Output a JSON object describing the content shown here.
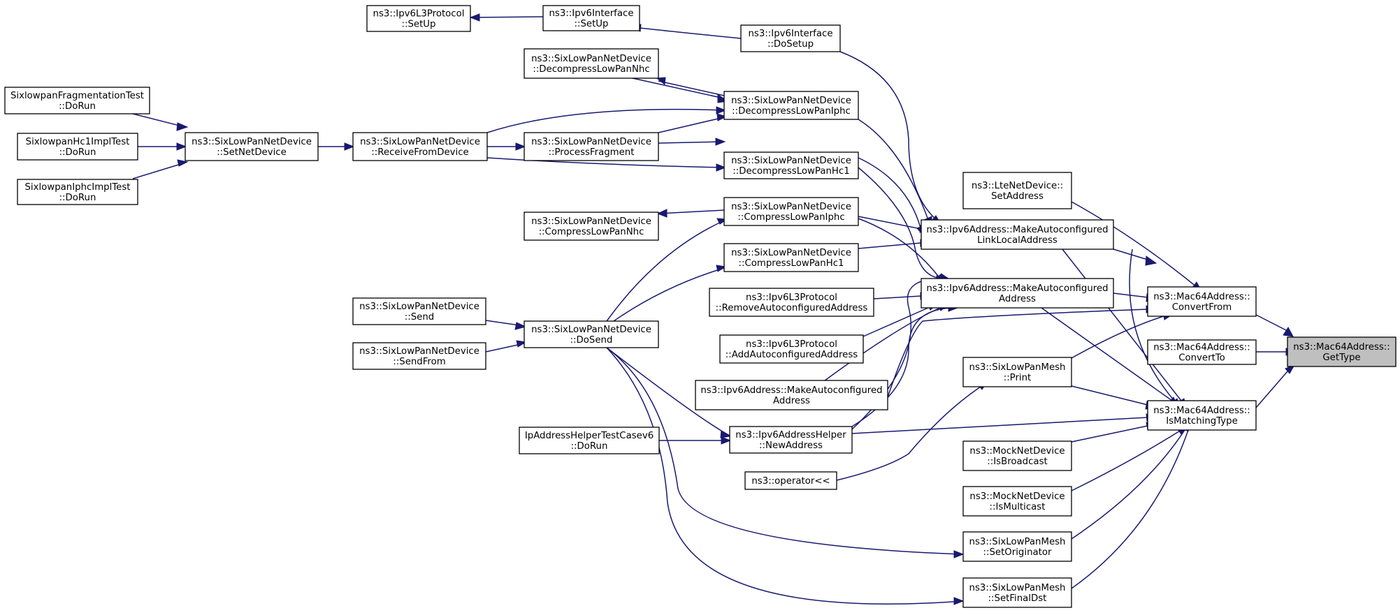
{
  "diagram": {
    "root": "ns3::Mac64Address::GetType",
    "nodes": [
      {
        "id": "gettype",
        "lines": [
          "ns3::Mac64Address::",
          "GetType"
        ]
      },
      {
        "id": "convertfrom",
        "lines": [
          "ns3::Mac64Address::",
          "ConvertFrom"
        ]
      },
      {
        "id": "convertto",
        "lines": [
          "ns3::Mac64Address::",
          "ConvertTo"
        ]
      },
      {
        "id": "ismatchingtype",
        "lines": [
          "ns3::Mac64Address::",
          "IsMatchingType"
        ]
      },
      {
        "id": "lte_setaddress",
        "lines": [
          "ns3::LteNetDevice::",
          "SetAddress"
        ]
      },
      {
        "id": "makeauto_lla",
        "lines": [
          "ns3::Ipv6Address::MakeAutoconfigured",
          "LinkLocalAddress"
        ]
      },
      {
        "id": "makeauto_addr",
        "lines": [
          "ns3::Ipv6Address::MakeAutoconfigured",
          "Address"
        ]
      },
      {
        "id": "makeauto_addr2",
        "lines": [
          "ns3::Ipv6Address::MakeAutoconfigured",
          "Address"
        ]
      },
      {
        "id": "mesh_print",
        "lines": [
          "ns3::SixLowPanMesh",
          "::Print"
        ]
      },
      {
        "id": "mock_isbroadcast",
        "lines": [
          "ns3::MockNetDevice",
          "::IsBroadcast"
        ]
      },
      {
        "id": "mock_ismulticast",
        "lines": [
          "ns3::MockNetDevice",
          "::IsMulticast"
        ]
      },
      {
        "id": "mesh_setoriginator",
        "lines": [
          "ns3::SixLowPanMesh",
          "::SetOriginator"
        ]
      },
      {
        "id": "mesh_setfinaldst",
        "lines": [
          "ns3::SixLowPanMesh",
          "::SetFinalDst"
        ]
      },
      {
        "id": "ipv6if_dosetup",
        "lines": [
          "ns3::Ipv6Interface",
          "::DoSetup"
        ]
      },
      {
        "id": "ipv6if_setup",
        "lines": [
          "ns3::Ipv6Interface",
          "::SetUp"
        ]
      },
      {
        "id": "ipv6l3_setup",
        "lines": [
          "ns3::Ipv6L3Protocol",
          "::SetUp"
        ]
      },
      {
        "id": "decomp_nhc",
        "lines": [
          "ns3::SixLowPanNetDevice",
          "::DecompressLowPanNhc"
        ]
      },
      {
        "id": "decomp_iphc",
        "lines": [
          "ns3::SixLowPanNetDevice",
          "::DecompressLowPanIphc"
        ]
      },
      {
        "id": "decomp_hc1",
        "lines": [
          "ns3::SixLowPanNetDevice",
          "::DecompressLowPanHc1"
        ]
      },
      {
        "id": "comp_iphc",
        "lines": [
          "ns3::SixLowPanNetDevice",
          "::CompressLowPanIphc"
        ]
      },
      {
        "id": "comp_nhc",
        "lines": [
          "ns3::SixLowPanNetDevice",
          "::CompressLowPanNhc"
        ]
      },
      {
        "id": "comp_hc1",
        "lines": [
          "ns3::SixLowPanNetDevice",
          "::CompressLowPanHc1"
        ]
      },
      {
        "id": "processfragment",
        "lines": [
          "ns3::SixLowPanNetDevice",
          "::ProcessFragment"
        ]
      },
      {
        "id": "receivefromdevice",
        "lines": [
          "ns3::SixLowPanNetDevice",
          "::ReceiveFromDevice"
        ]
      },
      {
        "id": "setnetdevice",
        "lines": [
          "ns3::SixLowPanNetDevice",
          "::SetNetDevice"
        ]
      },
      {
        "id": "fragtest",
        "lines": [
          "SixlowpanFragmentationTest",
          "::DoRun"
        ]
      },
      {
        "id": "hc1test",
        "lines": [
          "SixlowpanHc1ImplTest",
          "::DoRun"
        ]
      },
      {
        "id": "iphctest",
        "lines": [
          "SixlowpanIphcImplTest",
          "::DoRun"
        ]
      },
      {
        "id": "dosend",
        "lines": [
          "ns3::SixLowPanNetDevice",
          "::DoSend"
        ]
      },
      {
        "id": "send",
        "lines": [
          "ns3::SixLowPanNetDevice",
          "::Send"
        ]
      },
      {
        "id": "sendfrom",
        "lines": [
          "ns3::SixLowPanNetDevice",
          "::SendFrom"
        ]
      },
      {
        "id": "removeauto",
        "lines": [
          "ns3::Ipv6L3Protocol",
          "::RemoveAutoconfiguredAddress"
        ]
      },
      {
        "id": "addauto",
        "lines": [
          "ns3::Ipv6L3Protocol",
          "::AddAutoconfiguredAddress"
        ]
      },
      {
        "id": "newaddress",
        "lines": [
          "ns3::Ipv6AddressHelper",
          "::NewAddress"
        ]
      },
      {
        "id": "iphelpertest",
        "lines": [
          "IpAddressHelperTestCasev6",
          "::DoRun"
        ]
      },
      {
        "id": "operator_out",
        "lines": [
          "ns3::operator<<"
        ]
      }
    ]
  }
}
